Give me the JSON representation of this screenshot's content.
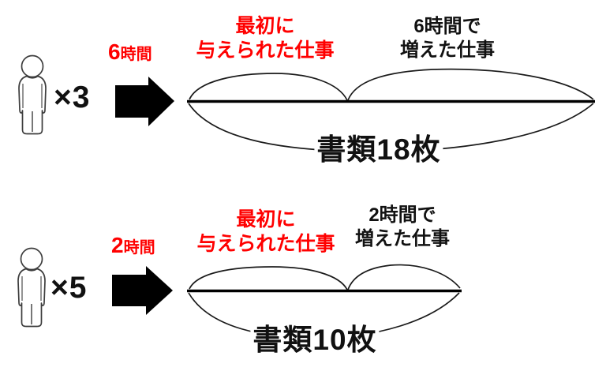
{
  "figure": {
    "description_rows": [
      {
        "worker_multiplier": "×3",
        "time_value": "6",
        "time_unit": "時間",
        "initial_work_label": [
          "最初に",
          "与えられた仕事"
        ],
        "increased_work_label": [
          "6時間で",
          "増えた仕事"
        ],
        "total_label": "書類18枚"
      },
      {
        "worker_multiplier": "×5",
        "time_value": "2",
        "time_unit": "時間",
        "initial_work_label": [
          "最初に",
          "与えられた仕事"
        ],
        "increased_work_label": [
          "2時間で",
          "増えた仕事"
        ],
        "total_label": "書類10枚"
      }
    ],
    "colors": {
      "highlight_red": "#ff0000",
      "ink_black": "#111111"
    }
  }
}
